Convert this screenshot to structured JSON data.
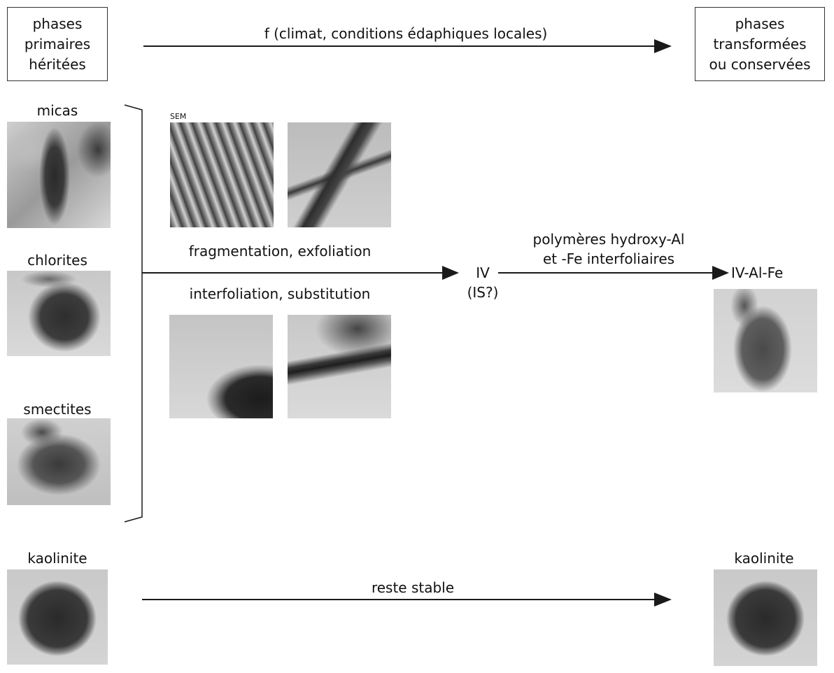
{
  "top": {
    "left_box": "phases\nprimaires\nhéritées",
    "arrow_label": "f (climat, conditions édaphiques locales)",
    "right_box": "phases\ntransformées\nou conservées"
  },
  "primary": [
    "micas",
    "chlorites",
    "smectites"
  ],
  "sem_tag": "SEM",
  "upper_label": "fragmentation, exfoliation",
  "lower_label": "interfoliation, substitution",
  "iv_label": "IV\n(IS?)",
  "poly_label": "polymères hydroxy-Al\net -Fe interfoliaires",
  "product_label": "IV-Al-Fe",
  "kaolinite": {
    "left_label": "kaolinite",
    "arrow_label": "reste stable",
    "right_label": "kaolinite"
  },
  "colors": {
    "line": "#1a1a1a",
    "frame": "#333333",
    "background": "#ffffff"
  }
}
